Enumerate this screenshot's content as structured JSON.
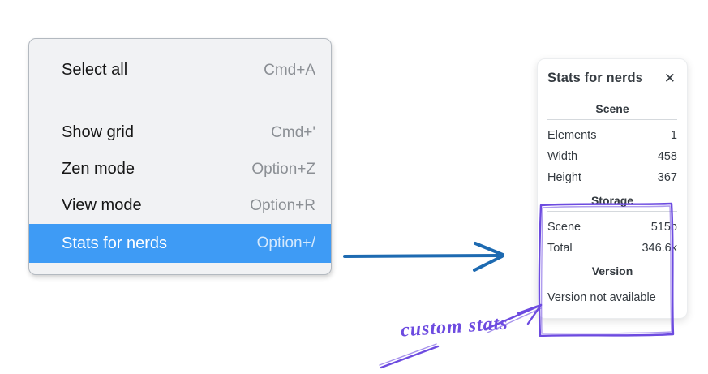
{
  "context_menu": {
    "items": [
      {
        "label": "Select all",
        "shortcut": "Cmd+A",
        "selected": false
      },
      {
        "label": "Show grid",
        "shortcut": "Cmd+'",
        "selected": false
      },
      {
        "label": "Zen mode",
        "shortcut": "Option+Z",
        "selected": false
      },
      {
        "label": "View mode",
        "shortcut": "Option+R",
        "selected": false
      },
      {
        "label": "Stats for nerds",
        "shortcut": "Option+/",
        "selected": true
      }
    ]
  },
  "stats_panel": {
    "title": "Stats for nerds",
    "close_icon": "✕",
    "sections": [
      {
        "heading": "Scene",
        "rows": [
          {
            "label": "Elements",
            "value": "1"
          },
          {
            "label": "Width",
            "value": "458"
          },
          {
            "label": "Height",
            "value": "367"
          }
        ]
      },
      {
        "heading": "Storage",
        "rows": [
          {
            "label": "Scene",
            "value": "515b"
          },
          {
            "label": "Total",
            "value": "346.6k"
          }
        ]
      },
      {
        "heading": "Version",
        "note": "Version not available"
      }
    ]
  },
  "annotation": {
    "label": "custom stats"
  },
  "colors": {
    "menu_highlight": "#3e9bf5",
    "flow_arrow_blue": "#1d6ab1",
    "annotation_purple": "#6d4be0"
  }
}
